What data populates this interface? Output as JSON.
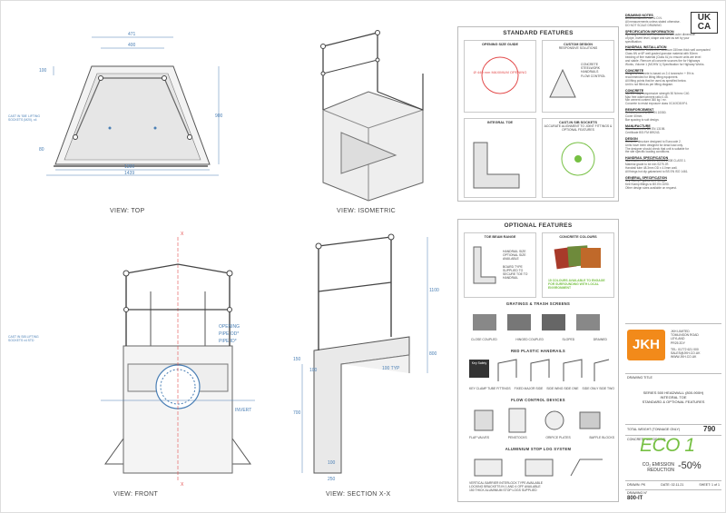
{
  "views": {
    "top": "VIEW: TOP",
    "iso": "VIEW: ISOMETRIC",
    "front": "VIEW: FRONT",
    "section": "VIEW: SECTION X-X"
  },
  "top_dims": {
    "d471": "471",
    "d400": "400",
    "d100": "100",
    "d900": "900",
    "d80": "80",
    "d1300": "1300",
    "d1439": "1439",
    "cast": "CAST IN 'SIB' LIFTING\nSOCKETS (M20), x4"
  },
  "front_dims": {
    "x1": "X",
    "x2": "X",
    "opening": "OPENING",
    "pipe_od": "PIPE OD*",
    "pipe_id": "PIPE ID*",
    "invert": "INVERT",
    "cast": "CAST IN SIB LIFTING\nSOCKETS x4 STD"
  },
  "section_dims": {
    "d1100": "1100",
    "d800": "800",
    "d700": "700",
    "d150": "150",
    "d100a": "100",
    "d100b": "100",
    "d100typ": "100 TYP",
    "d100c": "100",
    "d250": "250"
  },
  "standard": {
    "title": "STANDARD FEATURES",
    "opening": "OPENING SIZE GUIDE",
    "custom": "CUSTOM DESIGN",
    "custom_sub": "RESPONSIVE SOLUTIONS",
    "red_label": "Ø 440 mm MAXIMUM OPENING",
    "custom_items": [
      "CONCRETE",
      "STEELWORK",
      "HANDRAILS",
      "FLOW CONTROL"
    ],
    "integral": "INTEGRAL TOE",
    "cast": "CAST-IN SIB SOCKETS",
    "cast_sub": "ACCURATE ALIGNMENT TO JOINT FITTINGS & OPTIONAL FEATURES"
  },
  "optional": {
    "title": "OPTIONAL FEATURES",
    "toe": "TOE BEAM RANGE",
    "colours": "CONCRETE COLOURS",
    "toe_notes": [
      "HANDRAIL SIZE OPTIONAL SIZE AVAILABLE",
      "BOARD TYPE SUPPLIED TO SECURE TOE TO HANDRAIL"
    ],
    "colours_note": "15 COLOURS AVAILABLE TO ENGAGE FOR SURROUNDING WITH LOCAL ENVIRONMENT",
    "gratings": "GRATINGS & TRASH SCREENS",
    "grating_items": [
      "CLOSE COUPLED",
      "HINGED COUPLED",
      "SLOPED",
      "DRAINED"
    ],
    "handrails": "RED PLASTIC HANDRAILS",
    "handrail_items": [
      "KEY CLAMP TUBE FITTINGS",
      "FIXED MAJOR SIDE",
      "SIDE WING SIDE ONE",
      "SIDE ONLY SIDE TWO"
    ],
    "keysafety": "Key Safety",
    "flow": "FLOW CONTROL DEVICES",
    "flow_items": [
      "FLAP VALVES",
      "PENSTOCKS",
      "ORIFICE PLATES",
      "BAFFLE BLOCKS"
    ],
    "stop": "ALUMINIUM STOP LOG SYSTEM",
    "stop_notes": [
      "VERTICAL BARRIER INTERLOCK TYPE AVAILABLE",
      "LOCKING BRACKETS IN 1 AND 4 OFF AVAILABLE",
      "150 THICK ALUMINIUM STOP LOGS SUPPLIED"
    ]
  },
  "notes": {
    "drawing_notes": "DRAWING NOTES",
    "dn": [
      "All dimensions in mm U.O.N.",
      "All measurements unless stated otherwise.",
      "DO NOT SCALE DRAWING"
    ],
    "spec": "SPECIFICATION INFORMATION",
    "spec_lines": [
      "Opening in back wall fabricated to suit outer dimension",
      "of pipe, invert level, shape and size as set by your",
      "specification."
    ],
    "handrail": "HANDRAIL INSTALLATION",
    "hr_lines": [
      "Units should be bedded on minimum 150mm thick well compacted",
      "Class 6N or 6P well graded granular material with 50mm",
      "bedding of fine material (Class 6L) to ensure units are level",
      "and stable. Remove all concrete sources the for Highways",
      "Works, Volume 1 (MCHW 1) Specification for Highway Works."
    ],
    "concrete": "CONCRETE",
    "c_lines": [
      "Weight of concrete is based on 2.4 tonnes/m³ + 5% is",
      "recommended for lifting lifting equipment.",
      "All lifting points that be used as specified below.",
      "Unit is not filled as per lifting diagram."
    ],
    "concrete2": "CONCRETE",
    "c2_lines": [
      "Min 28 - day compressive strength 50 N/mm² C40.",
      "Max free water/cement ratio 0.45.",
      "Min cement content 360 kg / m³.",
      "Concrete to resist exposure class XC4/XD3/XF4."
    ],
    "reinf": "REINFORCEMENT",
    "r_lines": [
      "Reinforcement to BS EN 10080.",
      "Cover 40mm.",
      "Bar spacing to suit design."
    ],
    "manu": "MANUFACTURE",
    "m_lines": [
      "Manufactured to BS EN 13198.",
      "Certificate BSI FM 699243."
    ],
    "design": "DESIGN",
    "d_lines": [
      "Concrete structure designed to Eurocode 2.",
      "Units have been designed for dead load only.",
      "The designer should check that unit is suitable for",
      "the site specific loading conditions."
    ],
    "handrail_spec": "HANDRAIL SPECIFICATION",
    "hs_lines": [
      "Manufactured to BS EN 1090-2:2008 CLASS 1.",
      "Material grade to be min S275 JR.",
      "Handrail tube 48.3mm OD x 4.0mm wall.",
      "All fixings hot dip galvanized to BS EN ISO 1461."
    ],
    "general": "GENERAL SPECIFICATION",
    "gs_lines": [
      "Key Clamp® galvanised fittings.",
      "Kee Klamp fittings to BS EN 1090.",
      "Other design sizes available on request."
    ]
  },
  "company": {
    "name": "JKH",
    "address": [
      "JKH LIMITED",
      "TOMLINSON ROAD",
      "LEYLAND",
      "PR25 2DY"
    ],
    "contact": [
      "TEL: 01772 621 000",
      "SALES@JKH.CO.UK",
      "WWW.JKH.CO.UK"
    ],
    "drawing_title_label": "DRAWING TITLE",
    "drawing_title": [
      "SERIES 500 HEADWALL (800-900H)",
      "INTEGRAL TOE",
      "STANDARD & OPTIONAL FEATURES"
    ],
    "weight_label": "TOTAL WEIGHT (TONNAGE ONLY)",
    "weight": "790",
    "mix_label": "CONCRETE MIX DESIGN",
    "eco": "ECO 1",
    "eco_emission": "CO₂ EMISSION REDUCTION",
    "eco_pct": "-50%",
    "drawn": "DRAWN: PK",
    "date": "DATE: 02.11.21",
    "sheet": "SHEET: 1 of 1",
    "drawing_no_label": "DRAWING N°",
    "drawing_no": "800-IT",
    "ukca": "UK CA"
  },
  "colors": {
    "accent": "#f28a1a",
    "blue": "#4a7fb5",
    "red": "#e34c4c",
    "eco": "#76c043"
  }
}
